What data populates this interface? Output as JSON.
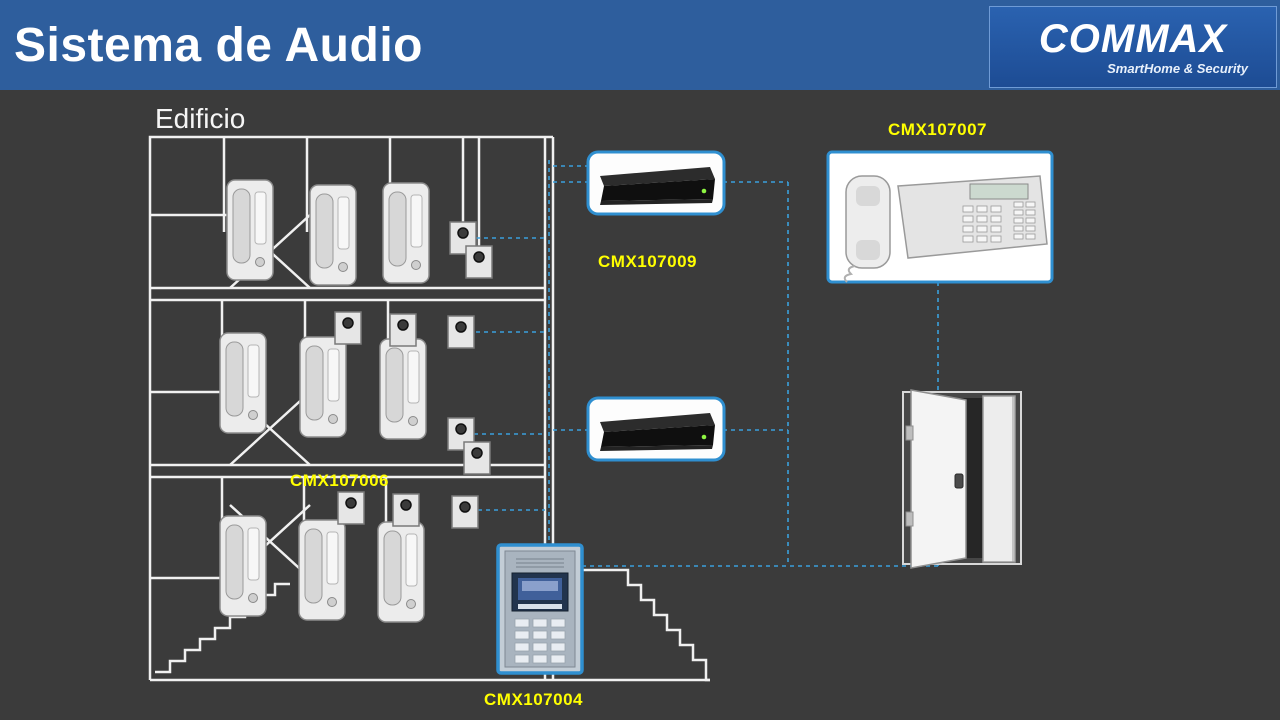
{
  "header": {
    "title": "Sistema de Audio",
    "logo": {
      "brand": "COMMAX",
      "tagline": "SmartHome & Security"
    }
  },
  "diagram": {
    "building_label": "Edificio",
    "devices": {
      "distributor_top": {
        "label": "CMX107009",
        "type": "audio-distributor"
      },
      "guard_phone": {
        "label": "CMX107007",
        "type": "guard-interphone"
      },
      "distributor_mid": {
        "label": "CMX107006",
        "type": "audio-distributor"
      },
      "door_station": {
        "label": "CMX107004",
        "type": "lobby-door-station"
      }
    },
    "units": {
      "type": "apartment-audio-interphone",
      "count": 9
    },
    "colors": {
      "header_blue": "#2e5e9d",
      "logo_blue": "#1d4c94",
      "background_gray": "#3b3b3b",
      "label_yellow": "#ffff00",
      "connection_blue": "#3ba0dc",
      "device_border_blue": "#2f8fd0"
    }
  }
}
